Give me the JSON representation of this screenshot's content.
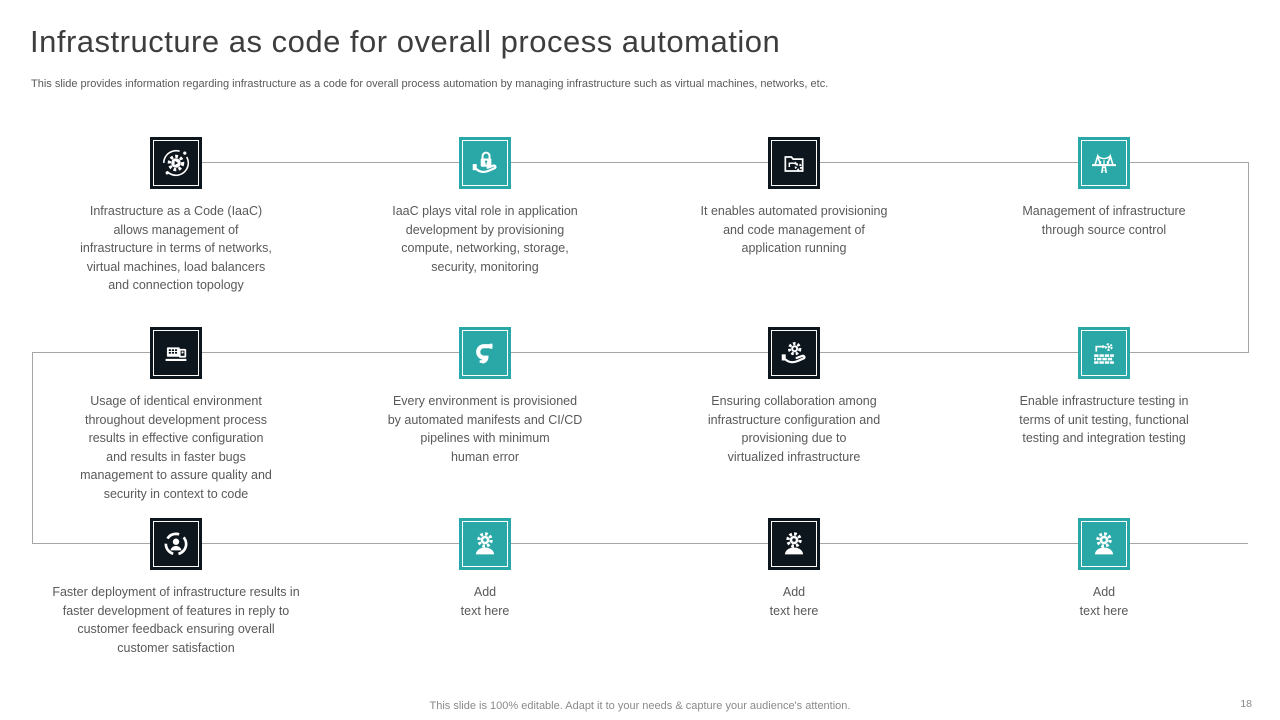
{
  "slide": {
    "title": "Infrastructure as code for overall process automation",
    "subtitle": "This slide provides information regarding infrastructure as a code for overall process automation by managing infrastructure such as virtual machines, networks, etc.",
    "footer": "This slide is 100% editable. Adapt it to your needs & capture your audience's attention.",
    "page_number": "18"
  },
  "colors": {
    "dark_square": "#0d161c",
    "teal_square": "#2aa8a8",
    "connector_line": "#a6a6a6",
    "body_text": "#595959",
    "title_text": "#3d3d3d"
  },
  "cards": [
    {
      "icon": "automation-gear-icon",
      "theme": "dark",
      "text": "Infrastructure as a Code (IaaC)\nallows management of\ninfrastructure in terms of networks,\nvirtual machines, load balancers\nand connection topology"
    },
    {
      "icon": "hand-lock-icon",
      "theme": "teal",
      "text": "IaaC plays vital role in application\ndevelopment by provisioning\ncompute, networking, storage,\nsecurity, monitoring"
    },
    {
      "icon": "folder-automation-icon",
      "theme": "dark",
      "text": "It enables automated provisioning\nand code management of\napplication running"
    },
    {
      "icon": "bridge-icon",
      "theme": "teal",
      "text": "Management of infrastructure\nthrough source control"
    },
    {
      "icon": "server-icon",
      "theme": "dark",
      "text": "Usage of identical environment\nthroughout development process\nresults in effective configuration\nand results in faster bugs\nmanagement to assure quality and\nsecurity in context to code"
    },
    {
      "icon": "pipeline-icon",
      "theme": "teal",
      "text": "Every environment is provisioned\nby automated manifests and CI/CD\npipelines with minimum\nhuman error"
    },
    {
      "icon": "hand-gear-icon",
      "theme": "dark",
      "text": "Ensuring collaboration among\ninfrastructure configuration and\nprovisioning due to\nvirtualized infrastructure"
    },
    {
      "icon": "wall-testing-icon",
      "theme": "teal",
      "text": "Enable infrastructure testing in\nterms of unit testing, functional\ntesting and integration testing"
    },
    {
      "icon": "user-gear-cycle-icon",
      "theme": "dark",
      "text": "Faster deployment of infrastructure results in\nfaster development of features in reply to\ncustomer feedback ensuring overall\ncustomer satisfaction"
    },
    {
      "icon": "gear-person-icon",
      "theme": "teal",
      "text": "Add\ntext here"
    },
    {
      "icon": "gear-person-icon",
      "theme": "dark",
      "text": "Add\ntext here"
    },
    {
      "icon": "gear-person-icon",
      "theme": "teal",
      "text": "Add\ntext here"
    }
  ]
}
